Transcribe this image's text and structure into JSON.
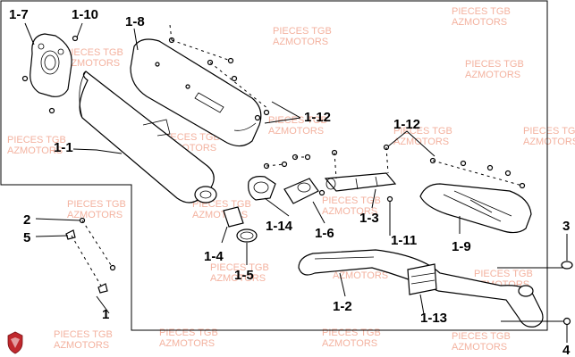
{
  "watermark": {
    "line1": "PIECES TGB",
    "line2": "AZMOTORS",
    "color": "#f2a58f"
  },
  "brand_color": "#c0282d",
  "labels": {
    "l_1_7": "1-7",
    "l_1_10": "1-10",
    "l_1_8": "1-8",
    "l_1_12_top": "1-12",
    "l_1_12_right": "1-12",
    "l_1_1": "1-1",
    "l_1_14": "1-14",
    "l_1_6": "1-6",
    "l_1_3": "1-3",
    "l_1_11": "1-11",
    "l_1_9": "1-9",
    "l_2": "2",
    "l_5": "5",
    "l_1_4": "1-4",
    "l_1_5": "1-5",
    "l_1": "1",
    "l_1_2": "1-2",
    "l_1_13": "1-13",
    "l_3": "3",
    "l_4": "4"
  }
}
